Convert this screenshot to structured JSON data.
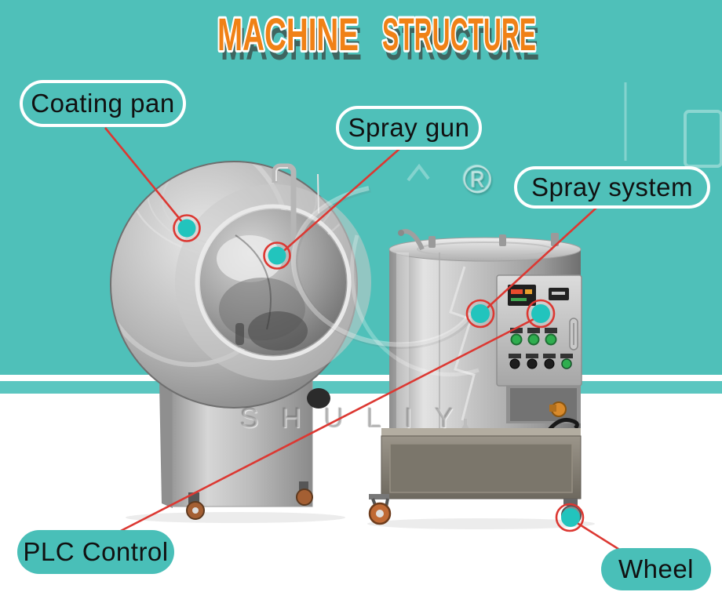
{
  "title": {
    "word1": "MACHINE",
    "word2": "STRUCTURE"
  },
  "labels": {
    "coating_pan": "Coating pan",
    "spray_gun": "Spray gun",
    "spray_system": "Spray system",
    "plc_control": "PLC Control",
    "wheel": "Wheel"
  },
  "watermark": {
    "brand": "SHULIY",
    "registered": "®"
  },
  "colors": {
    "background_teal": "#4FC0B9",
    "band_light_teal": "#5BC6C0",
    "title_orange": "#F08116",
    "title_shadow": "#3C4F4B",
    "annotation_red": "#DC3832",
    "marker_teal": "#22C4BD",
    "label_text": "#111111",
    "label_border": "#FFFFFF"
  },
  "callouts": [
    {
      "label": "Coating pan",
      "points_to": "coating-pan-drum"
    },
    {
      "label": "Spray gun",
      "points_to": "spray-gun-pipe"
    },
    {
      "label": "Spray system",
      "points_to": "spray-system-tank"
    },
    {
      "label": "PLC Control",
      "points_to": "plc-control-panel"
    },
    {
      "label": "Wheel",
      "points_to": "caster-wheel"
    }
  ]
}
